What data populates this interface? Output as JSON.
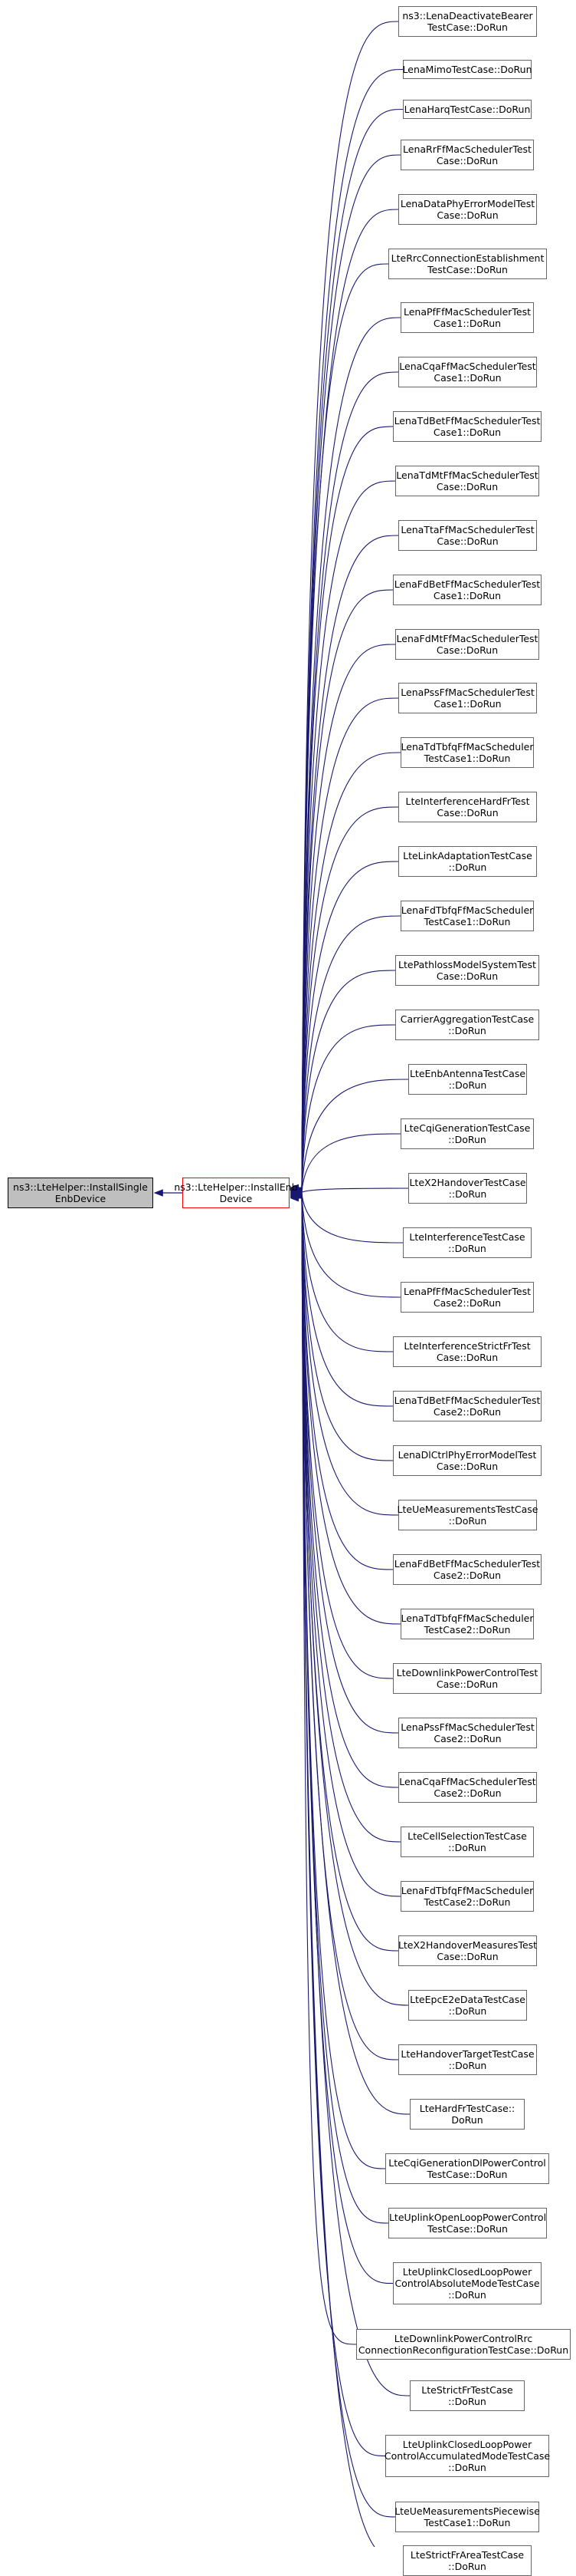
{
  "graph": {
    "root": {
      "label": "ns3::LteHelper::InstallSingle\nEnbDevice"
    },
    "focus": {
      "label": "ns3::LteHelper::InstallEnb\nDevice"
    },
    "callers": [
      {
        "label": "ns3::LenaDeactivateBearer\nTestCase::DoRun"
      },
      {
        "label": "LenaMimoTestCase::DoRun"
      },
      {
        "label": "LenaHarqTestCase::DoRun"
      },
      {
        "label": "LenaRrFfMacSchedulerTest\nCase::DoRun"
      },
      {
        "label": "LenaDataPhyErrorModelTest\nCase::DoRun"
      },
      {
        "label": "LteRrcConnectionEstablishment\nTestCase::DoRun"
      },
      {
        "label": "LenaPfFfMacSchedulerTest\nCase1::DoRun"
      },
      {
        "label": "LenaCqaFfMacSchedulerTest\nCase1::DoRun"
      },
      {
        "label": "LenaTdBetFfMacSchedulerTest\nCase1::DoRun"
      },
      {
        "label": "LenaTdMtFfMacSchedulerTest\nCase::DoRun"
      },
      {
        "label": "LenaTtaFfMacSchedulerTest\nCase::DoRun"
      },
      {
        "label": "LenaFdBetFfMacSchedulerTest\nCase1::DoRun"
      },
      {
        "label": "LenaFdMtFfMacSchedulerTest\nCase::DoRun"
      },
      {
        "label": "LenaPssFfMacSchedulerTest\nCase1::DoRun"
      },
      {
        "label": "LenaTdTbfqFfMacScheduler\nTestCase1::DoRun"
      },
      {
        "label": "LteInterferenceHardFrTest\nCase::DoRun"
      },
      {
        "label": "LteLinkAdaptationTestCase\n::DoRun"
      },
      {
        "label": "LenaFdTbfqFfMacScheduler\nTestCase1::DoRun"
      },
      {
        "label": "LtePathlossModelSystemTest\nCase::DoRun"
      },
      {
        "label": "CarrierAggregationTestCase\n::DoRun"
      },
      {
        "label": "LteEnbAntennaTestCase\n::DoRun"
      },
      {
        "label": "LteCqiGenerationTestCase\n::DoRun"
      },
      {
        "label": "LteX2HandoverTestCase\n::DoRun"
      },
      {
        "label": "LteInterferenceTestCase\n::DoRun"
      },
      {
        "label": "LenaPfFfMacSchedulerTest\nCase2::DoRun"
      },
      {
        "label": "LteInterferenceStrictFrTest\nCase::DoRun"
      },
      {
        "label": "LenaTdBetFfMacSchedulerTest\nCase2::DoRun"
      },
      {
        "label": "LenaDlCtrlPhyErrorModelTest\nCase::DoRun"
      },
      {
        "label": "LteUeMeasurementsTestCase\n::DoRun"
      },
      {
        "label": "LenaFdBetFfMacSchedulerTest\nCase2::DoRun"
      },
      {
        "label": "LenaTdTbfqFfMacScheduler\nTestCase2::DoRun"
      },
      {
        "label": "LteDownlinkPowerControlTest\nCase::DoRun"
      },
      {
        "label": "LenaPssFfMacSchedulerTest\nCase2::DoRun"
      },
      {
        "label": "LenaCqaFfMacSchedulerTest\nCase2::DoRun"
      },
      {
        "label": "LteCellSelectionTestCase\n::DoRun"
      },
      {
        "label": "LenaFdTbfqFfMacScheduler\nTestCase2::DoRun"
      },
      {
        "label": "LteX2HandoverMeasuresTest\nCase::DoRun"
      },
      {
        "label": "LteEpcE2eDataTestCase\n::DoRun"
      },
      {
        "label": "LteHandoverTargetTestCase\n::DoRun"
      },
      {
        "label": "LteHardFrTestCase::\nDoRun"
      },
      {
        "label": "LteCqiGenerationDlPowerControl\nTestCase::DoRun"
      },
      {
        "label": "LteUplinkOpenLoopPowerControl\nTestCase::DoRun"
      },
      {
        "label": "LteUplinkClosedLoopPower\nControlAbsoluteModeTestCase\n::DoRun"
      },
      {
        "label": "LteDownlinkPowerControlRrc\nConnectionReconfigurationTestCase::DoRun"
      },
      {
        "label": "LteStrictFrTestCase\n::DoRun"
      },
      {
        "label": "LteUplinkClosedLoopPower\nControlAccumulatedModeTestCase\n::DoRun"
      },
      {
        "label": "LteUeMeasurementsPiecewise\nTestCase1::DoRun"
      },
      {
        "label": "LteStrictFrAreaTestCase\n::DoRun"
      }
    ]
  }
}
